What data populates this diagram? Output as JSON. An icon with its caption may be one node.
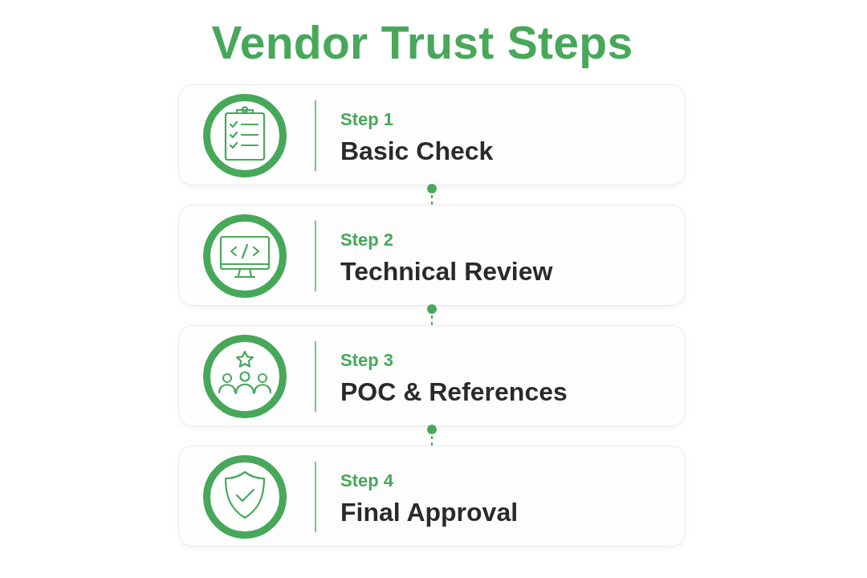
{
  "diagram": {
    "title": "Vendor Trust Steps",
    "nodes": [
      {
        "text": [
          "Step 1",
          "Basic Check"
        ]
      },
      {
        "text": [
          "Step 2",
          "Technical Review"
        ]
      },
      {
        "text": [
          "Step 3",
          "POC & References"
        ]
      },
      {
        "text": [
          "Step 4",
          "Final Approval"
        ]
      }
    ],
    "edges": [
      {
        "from": 0,
        "to": 1,
        "arrow": "other",
        "style": "dashed"
      },
      {
        "from": 1,
        "to": 2,
        "arrow": "other",
        "style": "dashed"
      },
      {
        "from": 2,
        "to": 3,
        "arrow": "other",
        "style": "dashed"
      }
    ]
  }
}
